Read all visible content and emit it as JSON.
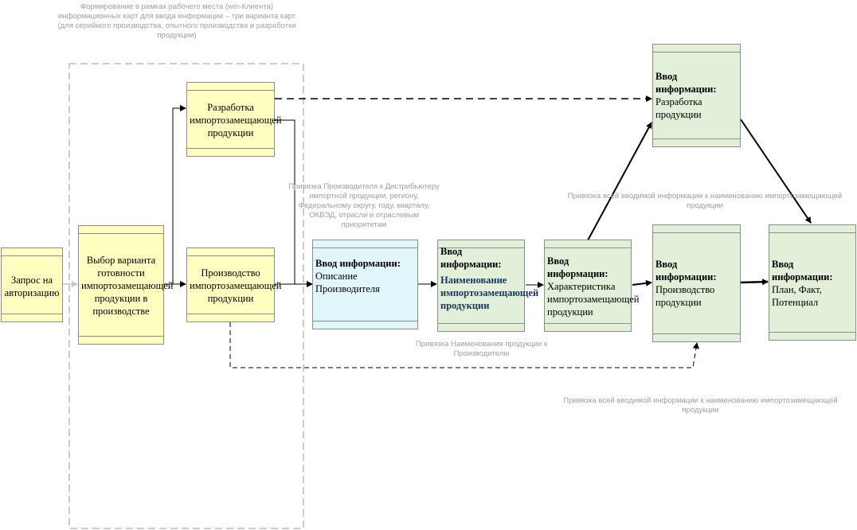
{
  "notes": {
    "top": "Формирование в рамках рабочего места (win-Клиента) информационных карт для ввода информации – три варианта карт (для серийного производства, опытного производства и разработки продукции)",
    "producer_link": "Привязка Производителя к Дистрибьютеру импортной продукции, региону, Федеральному округу, году, кварталу, ОКВЭД, отрасли и отраслевым приоритетам",
    "all_link_top": "Привязка всей вводимой информации к наименованию импортозамещающей продукции",
    "name_link": "Привязка Наименования продукции к Производителю",
    "all_link_bottom": "Привязка всей вводимой информации к наименованию импортозамещающей продукции"
  },
  "boxes": {
    "auth": {
      "text": "Запрос на авторизацию"
    },
    "choice": {
      "text": "Выбор варианта готовности импортозамещающей продукции в производстве"
    },
    "development": {
      "text": "Разработка импортозамещающей продукции"
    },
    "production": {
      "text": "Производство импортозамещающей продукции"
    },
    "input_producer": {
      "title": "Ввод информации:",
      "text": "Описание Производителя"
    },
    "input_name": {
      "title": "Ввод информации:",
      "text": "Наименование импортозамещающей продукции"
    },
    "input_characteristic": {
      "title": "Ввод информации:",
      "text": "Характеристика импортозамещающей продукции"
    },
    "input_development": {
      "title": "Ввод информации:",
      "text": "Разработка продукции"
    },
    "input_production": {
      "title": "Ввод информации:",
      "text": "Производство продукции"
    },
    "input_plan": {
      "title": "Ввод информации:",
      "text": "План, Факт, Потенциал"
    }
  },
  "colors": {
    "yellow": "#ffffc0",
    "blue": "#e1f6fb",
    "green": "#e2efd9",
    "note": "#9e9e9e",
    "navy": "#17365d"
  }
}
